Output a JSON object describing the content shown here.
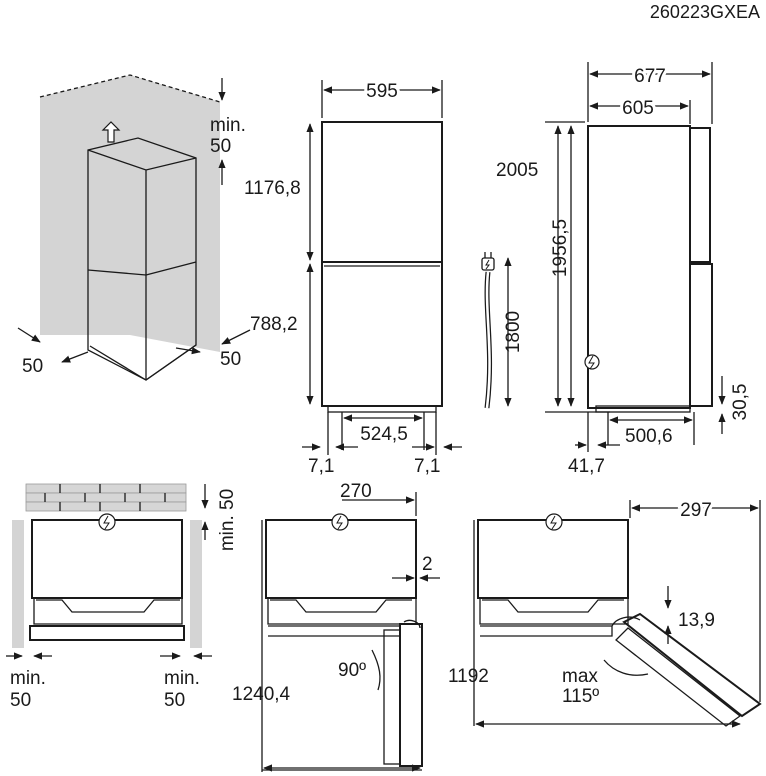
{
  "code": "260223GXEA",
  "colors": {
    "line": "#1a1a1a",
    "wall": "#d4d4d4"
  },
  "icons": {
    "plug": "power-plug-icon",
    "power": "power-symbol-icon",
    "arrow": "dimension-arrow-icon"
  },
  "iso": {
    "min_label": "min.",
    "top_gap": "50",
    "left_gap": "50",
    "right_gap": "50"
  },
  "front": {
    "width": "595",
    "upper_height": "1176,8",
    "lower_height": "788,2",
    "inner_width": "524,5",
    "left_offset": "7,1",
    "right_offset": "7,1"
  },
  "cable": {
    "length": "1800"
  },
  "side": {
    "depth_total": "677",
    "depth_body": "605",
    "height_total": "2005",
    "height_body": "1956,5",
    "bottom_offset": "30,5",
    "foot_depth": "500,6",
    "foot_offset": "41,7"
  },
  "top_min": {
    "min_label": "min.",
    "rear_gap": "50",
    "left_label": "min.",
    "left_gap": "50",
    "right_label": "min.",
    "right_gap": "50"
  },
  "top_90": {
    "door_depth": "270",
    "gap": "2",
    "angle": "90º",
    "total_width": "1240,4"
  },
  "top_max": {
    "offset": "297",
    "hinge": "13,9",
    "max_label": "max",
    "angle": "115º",
    "total_width": "1192"
  }
}
